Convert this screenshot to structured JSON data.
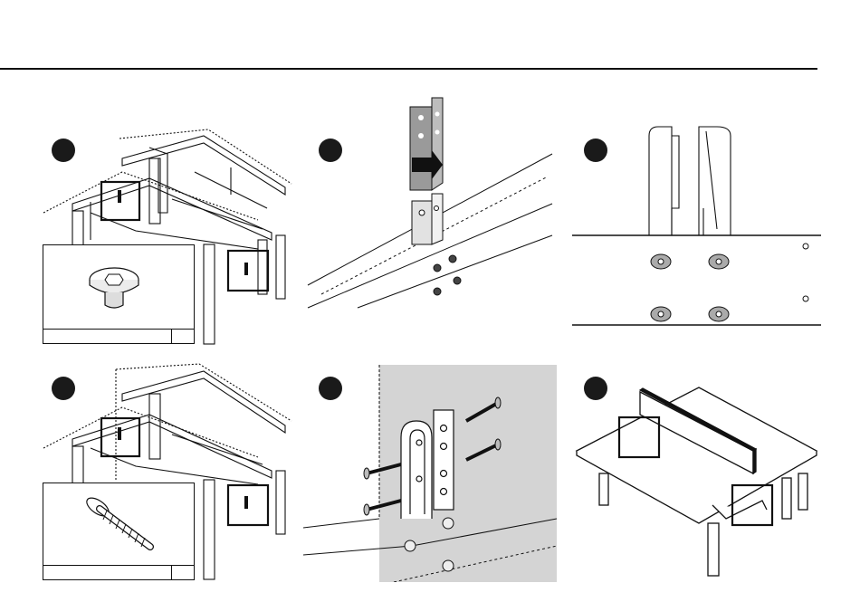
{
  "page": {
    "title": "",
    "steps": [
      {
        "id": 1,
        "label": "",
        "inset": "flange-bolt-icon",
        "inset_caption": ""
      },
      {
        "id": 2,
        "label": "",
        "part": "bracket-icon"
      },
      {
        "id": 3,
        "label": ""
      },
      {
        "id": 4,
        "label": "",
        "inset": "wood-screw-icon",
        "inset_caption": ""
      },
      {
        "id": 5,
        "label": "",
        "part": "screw-icon"
      },
      {
        "id": 6,
        "label": ""
      }
    ]
  },
  "colors": {
    "ink": "#111111",
    "step_marker": "#1a1a1a",
    "shaded_panel": "#d4d4d4",
    "bracket_gray": "#9a9a9a"
  }
}
